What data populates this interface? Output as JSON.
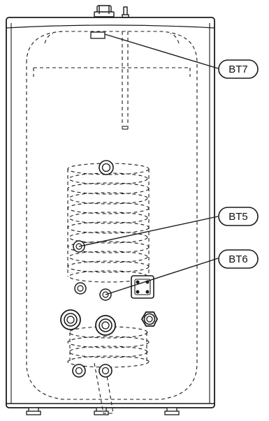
{
  "diagram": {
    "callouts": [
      {
        "id": "bt7",
        "label": "BT7"
      },
      {
        "id": "bt5",
        "label": "BT5"
      },
      {
        "id": "bt6",
        "label": "BT6"
      }
    ]
  },
  "colors": {
    "line": "#1a1a1a",
    "background": "#ffffff",
    "light_grey": "#cccccc"
  }
}
